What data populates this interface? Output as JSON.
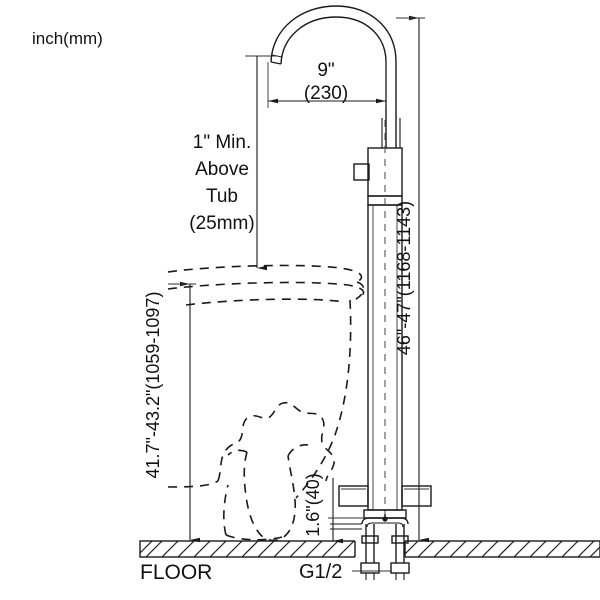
{
  "drawing": {
    "unit_label": "inch(mm)",
    "labels": {
      "floor": "FLOOR",
      "supply": "G1/2"
    },
    "dimensions": {
      "spout_reach": {
        "inch": "9\"",
        "mm": "(230)"
      },
      "clearance": {
        "line1": "1\" Min.",
        "line2": "Above",
        "line3": "Tub",
        "line4": "(25mm)"
      },
      "tub_rim_height": "41.7\"-43.2\"(1059-1097)",
      "overall_height": "46\"-47\"(1168-1143)",
      "base_height": "1.6\"(40)"
    }
  },
  "style": {
    "line_color": "#1a1a1a",
    "text_color": "#111111",
    "background": "#ffffff"
  }
}
